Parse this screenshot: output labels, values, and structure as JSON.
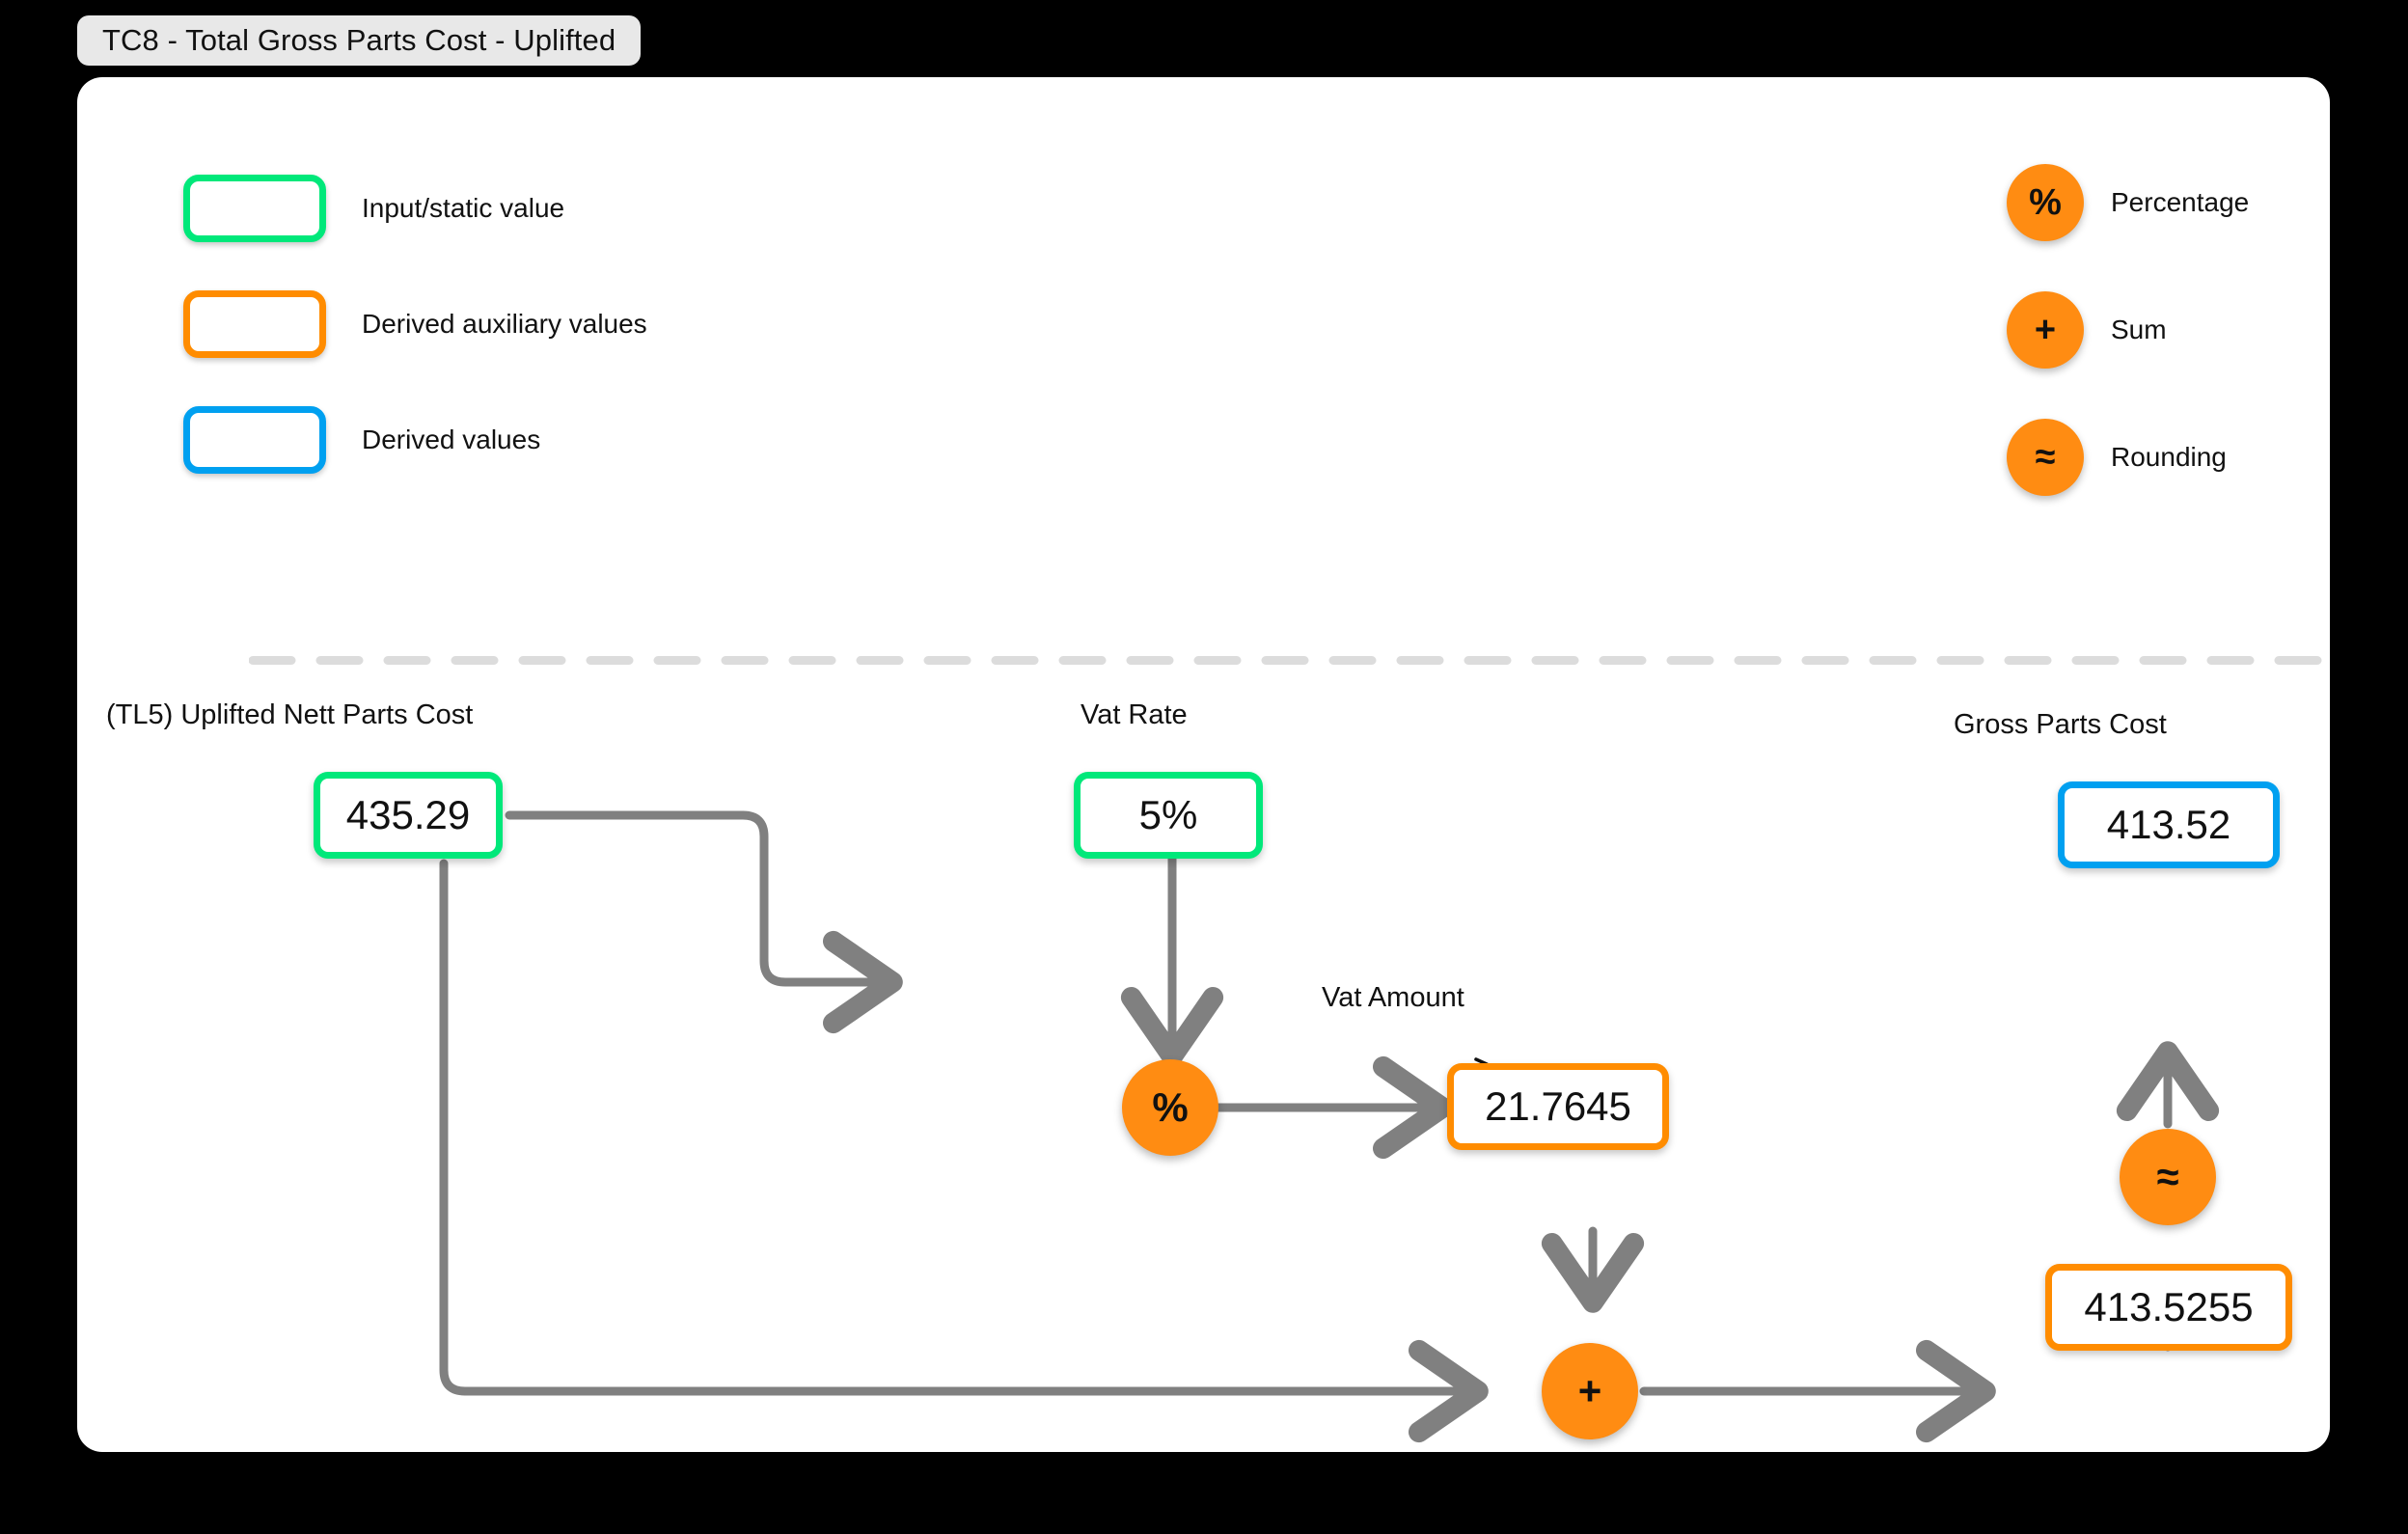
{
  "window": {
    "title": "TC8 - Total Gross Parts Cost - Uplifted"
  },
  "legend": {
    "boxes": [
      {
        "label": "Input/static value",
        "color": "#00e87a",
        "kind": "green"
      },
      {
        "label": "Derived auxiliary values",
        "color": "#ff8c00",
        "kind": "orange"
      },
      {
        "label": "Derived values",
        "color": "#00a0f0",
        "kind": "blue"
      }
    ],
    "operations": [
      {
        "glyph": "%",
        "label": "Percentage",
        "color": "#ff8c12"
      },
      {
        "glyph": "+",
        "label": "Sum",
        "color": "#ff8c12"
      },
      {
        "glyph": "≈",
        "label": "Rounding",
        "color": "#ff8c12"
      }
    ]
  },
  "diagram": {
    "nodes": [
      {
        "id": "uplifted_nett_parts_cost",
        "label": "(TL5) Uplifted Nett Parts Cost",
        "value": "435.29",
        "kind": "green"
      },
      {
        "id": "vat_rate",
        "label": "Vat Rate",
        "value": "5%",
        "kind": "green"
      },
      {
        "id": "vat_amount",
        "label": "Vat Amount",
        "value": "21.7645",
        "kind": "orange"
      },
      {
        "id": "gross_parts_cost",
        "label": "Gross Parts Cost",
        "value": "413.52",
        "kind": "blue"
      },
      {
        "id": "gross_parts_cost_unrounded",
        "label": "",
        "value": "413.5255",
        "kind": "orange"
      }
    ],
    "operators": [
      {
        "id": "percentage_op",
        "glyph": "%"
      },
      {
        "id": "sum_op",
        "glyph": "+"
      },
      {
        "id": "rounding_op",
        "glyph": "≈"
      }
    ],
    "edge_color": "#808080"
  }
}
